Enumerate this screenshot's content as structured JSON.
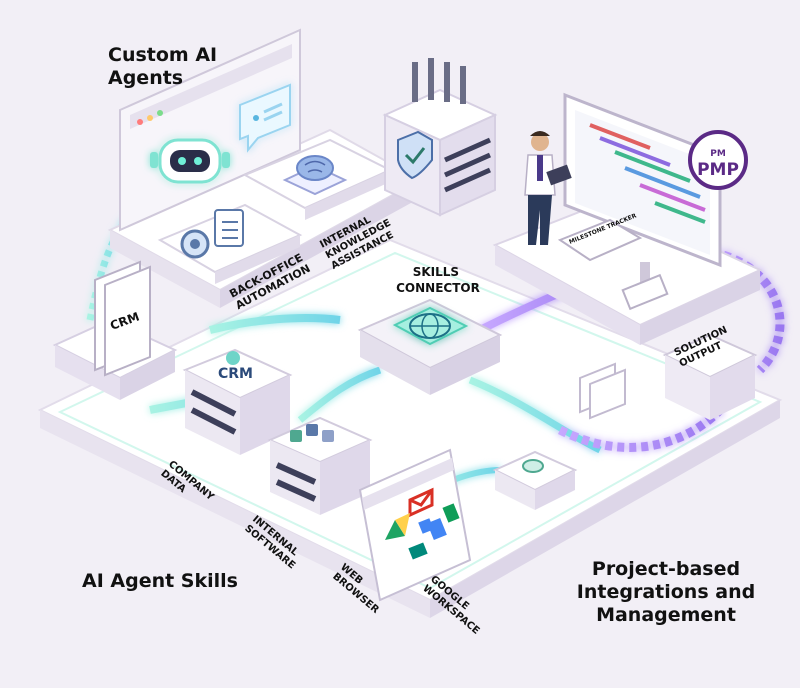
{
  "headings": {
    "custom_agents": [
      "Custom AI",
      "Agents"
    ],
    "agent_skills": "AI Agent Skills",
    "project_based": [
      "Project-based",
      "Integrations and",
      "Management"
    ]
  },
  "labels": {
    "back_office": [
      "BACK-OFFICE",
      "AUTOMATION"
    ],
    "knowledge": [
      "INTERNAL",
      "KNOWLEDGE",
      "ASSISTANCE"
    ],
    "skills_connector": [
      "SKILLS",
      "CONNECTOR"
    ],
    "solution_output": [
      "SOLUTION",
      "OUTPUT"
    ],
    "company_data": [
      "COMPANY",
      "DATA"
    ],
    "internal_software": [
      "INTERNAL",
      "SOFTWARE"
    ],
    "web_browser": [
      "WEB",
      "BROWSER"
    ],
    "google_workspace": [
      "GOOGLE",
      "WORKSPACE"
    ],
    "crm_doc": "CRM",
    "crm_server": "CRM",
    "pmp": "PMP",
    "milestone_board": "MILESTONE TRACKER"
  },
  "colors": {
    "accent_teal": "#5fe0c8",
    "accent_purple": "#b08cf0",
    "platform": "#ffffff",
    "background": "#f2eff6",
    "pmp_border": "#5b2a86"
  },
  "icons": [
    "robot-icon",
    "chat-bubble-icon",
    "brain-icon",
    "gear-icon",
    "clipboard-icon",
    "shield-check-icon",
    "globe-brain-icon",
    "person-icon",
    "gmail-icon",
    "drive-icon",
    "docs-icon",
    "meet-icon"
  ]
}
